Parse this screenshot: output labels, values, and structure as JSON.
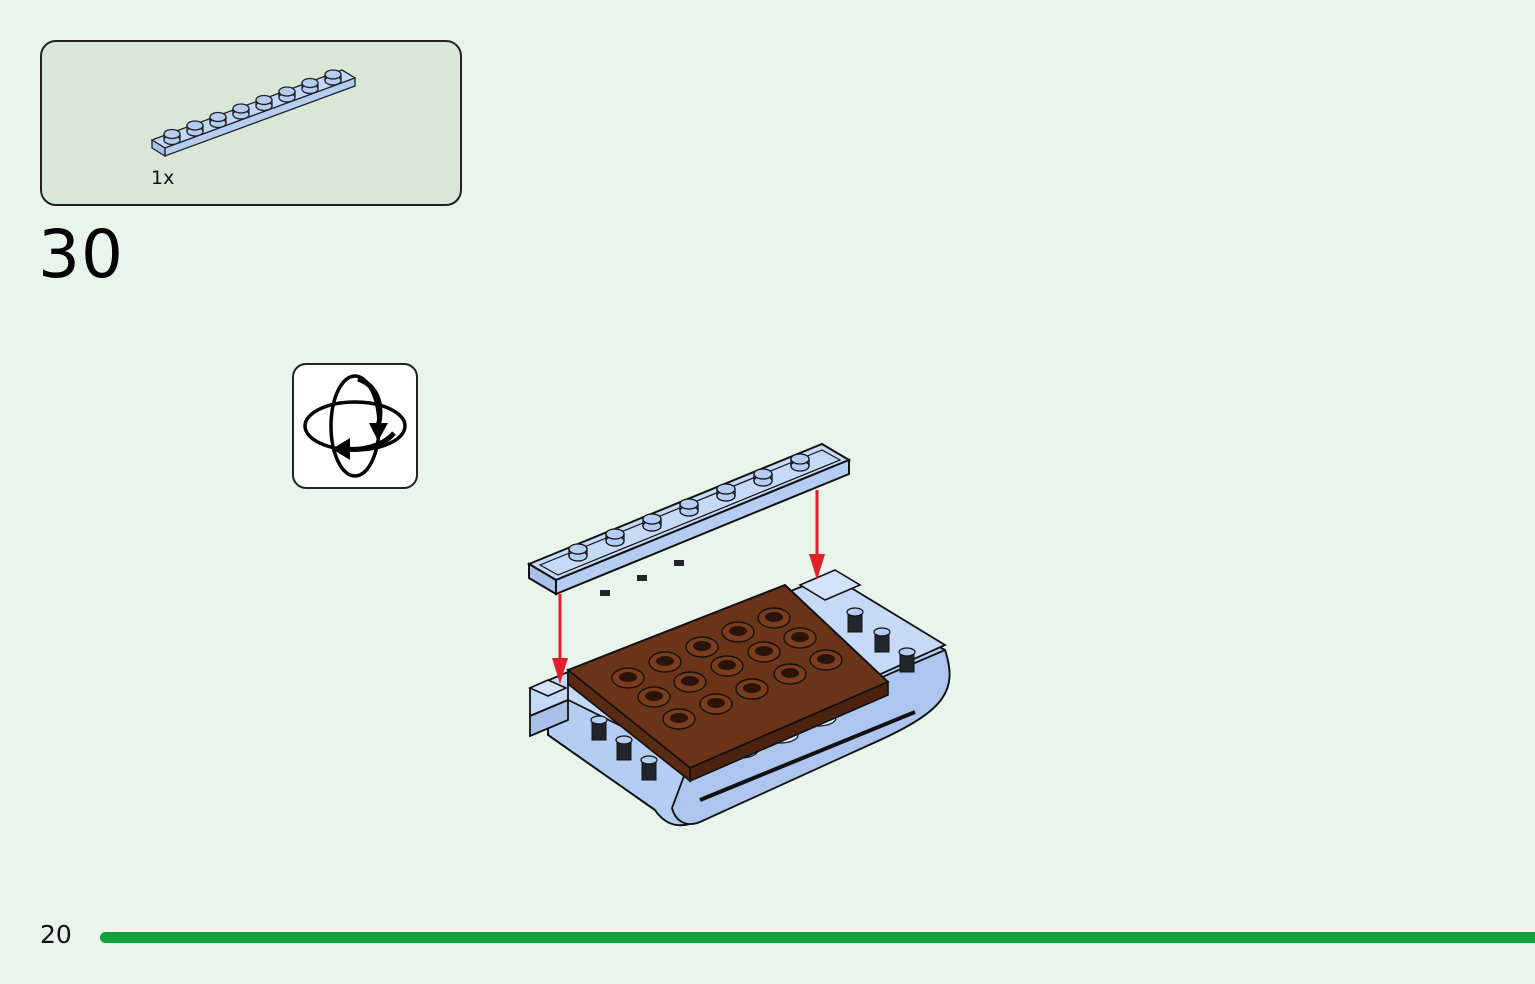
{
  "parts_callout": {
    "quantity": "1x",
    "part_icon": "plate-1x8-bright-light-blue"
  },
  "step": {
    "number": "30",
    "rotate_icon": "rotate-model-icon"
  },
  "footer": {
    "page_number": "20",
    "progress": 1.0
  },
  "colors": {
    "background": "#e9f5ea",
    "callout_background": "#d9e7d8",
    "plate_blue": "#b5cdf3",
    "plate_brown": "#6b3418",
    "arrow_red": "#e0202a",
    "progress_green": "#0fa23c"
  }
}
